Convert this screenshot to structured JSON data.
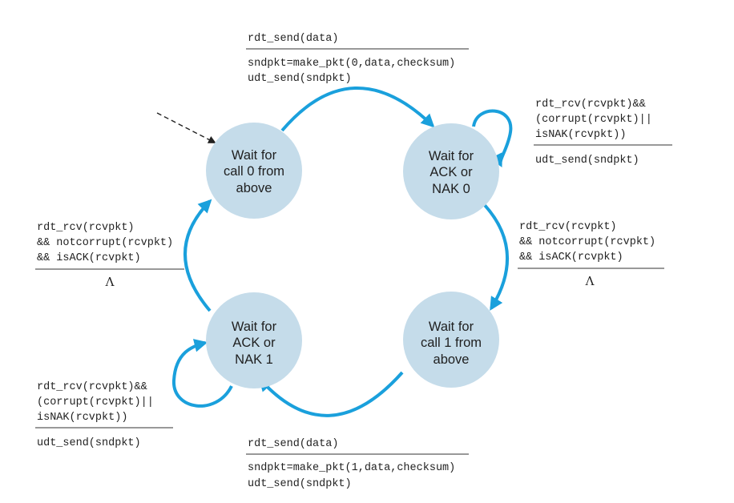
{
  "colors": {
    "state_fill": "#c5dcea",
    "arrow": "#1aa0dc",
    "text": "#222222",
    "rule": "#333333"
  },
  "states": {
    "wait_call0": [
      "Wait for",
      "call 0 from",
      "above"
    ],
    "wait_ack0": [
      "Wait for",
      "ACK or",
      "NAK 0"
    ],
    "wait_call1": [
      "Wait for",
      "call 1 from",
      "above"
    ],
    "wait_ack1": [
      "Wait for",
      "ACK or",
      "NAK 1"
    ]
  },
  "transitions": {
    "top": {
      "event": [
        "rdt_send(data)"
      ],
      "actions": [
        "sndpkt=make_pkt(0,data,checksum)",
        "udt_send(sndpkt)"
      ]
    },
    "ack0_self": {
      "event": [
        "rdt_rcv(rcvpkt)&&",
        "(corrupt(rcvpkt)||",
        "isNAK(rcvpkt))"
      ],
      "actions": [
        "udt_send(sndpkt)"
      ]
    },
    "right": {
      "event": [
        "rdt_rcv(rcvpkt)",
        "&& notcorrupt(rcvpkt)",
        "&& isACK(rcvpkt)"
      ],
      "actions": [
        "Λ"
      ]
    },
    "left": {
      "event": [
        "rdt_rcv(rcvpkt)",
        "&& notcorrupt(rcvpkt)",
        "&& isACK(rcvpkt)"
      ],
      "actions": [
        "Λ"
      ]
    },
    "ack1_self": {
      "event": [
        "rdt_rcv(rcvpkt)&&",
        "(corrupt(rcvpkt)||",
        "isNAK(rcvpkt))"
      ],
      "actions": [
        "udt_send(sndpkt)"
      ]
    },
    "bottom": {
      "event": [
        "rdt_send(data)"
      ],
      "actions": [
        "sndpkt=make_pkt(1,data,checksum)",
        "udt_send(sndpkt)"
      ]
    }
  }
}
